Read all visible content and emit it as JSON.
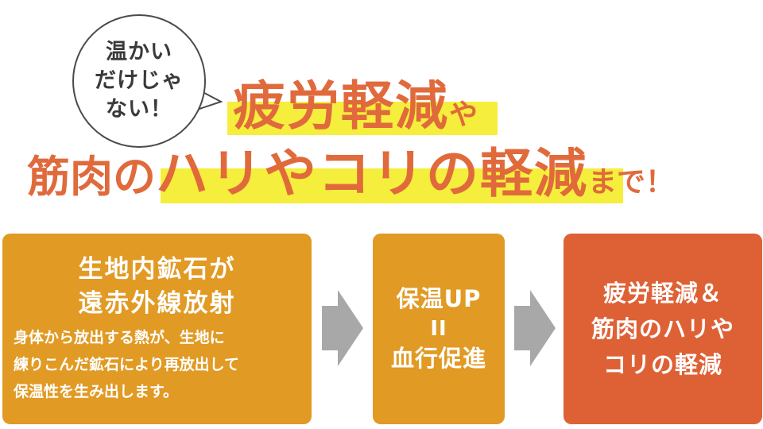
{
  "bubble": {
    "lines": [
      "温かい",
      "だけじゃ",
      "ない！"
    ]
  },
  "headline": {
    "line1": {
      "main": "疲労軽減",
      "suffix": "や"
    },
    "line2": {
      "prefix": "筋肉の",
      "main": "ハリやコリの軽減",
      "suffix": "まで！"
    }
  },
  "steps": [
    {
      "title_lines": [
        "生地内鉱石が",
        "遠赤外線放射"
      ],
      "desc_lines": [
        "身体から放出する熱が、生地に",
        "練りこんだ鉱石により再放出して",
        "保温性を生み出します。"
      ]
    },
    {
      "lines": [
        "保温UP",
        "II",
        "血行促進"
      ]
    },
    {
      "lines": [
        "疲労軽減＆",
        "筋肉のハリや",
        "コリの軽減"
      ]
    }
  ],
  "colors": {
    "accent_text": "#e06a3c",
    "highlight": "#f5ee3c",
    "box_orange": "#e19a24",
    "box_red": "#de6136",
    "arrow_gray": "#a8a8a8"
  },
  "icons": [
    "arrow-right-icon",
    "arrow-right-icon"
  ]
}
